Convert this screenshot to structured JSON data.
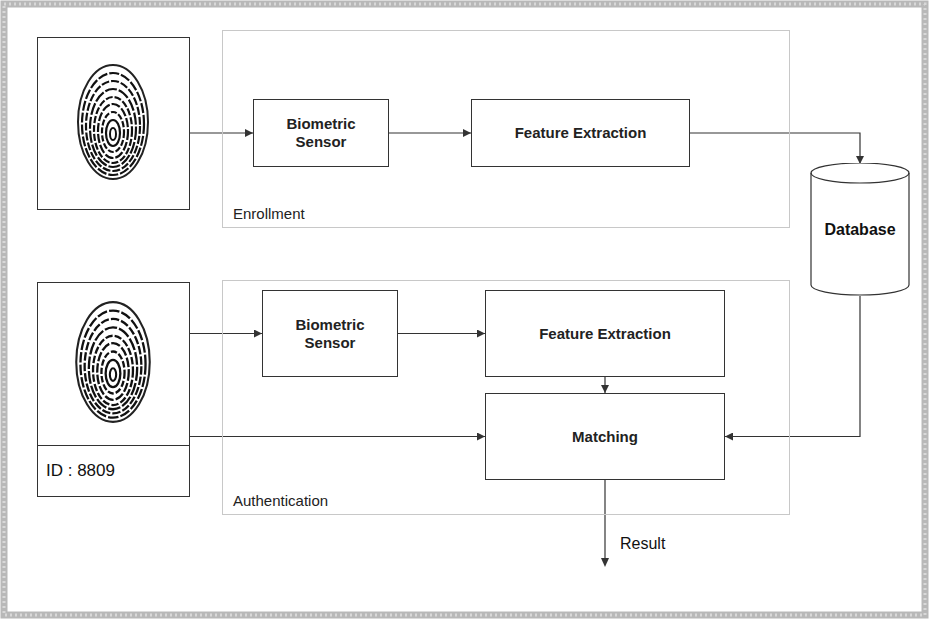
{
  "diagram": {
    "nodes": [
      {
        "text": []
      },
      {
        "text": [
          "Enrollment"
        ]
      },
      {
        "text": [
          "Biometric Sensor"
        ],
        "in": 1
      },
      {
        "text": [
          "Feature Extraction"
        ],
        "in": 1
      },
      {
        "text": [
          "Database"
        ]
      },
      {
        "text": []
      },
      {
        "text": [
          "ID : 8809"
        ],
        "in": 5
      },
      {
        "text": [
          "Authentication"
        ]
      },
      {
        "text": [
          "Biometric Sensor"
        ],
        "in": 7
      },
      {
        "text": [
          "Feature Extraction"
        ],
        "in": 7
      },
      {
        "text": [
          "Matching"
        ],
        "in": 7
      }
    ],
    "edges": [
      {
        "from": 0,
        "to": 2,
        "arrow": "to"
      },
      {
        "from": 2,
        "to": 3,
        "arrow": "to"
      },
      {
        "from": 3,
        "to": 4,
        "arrow": "to"
      },
      {
        "from": 5,
        "to": 8,
        "arrow": "to"
      },
      {
        "from": 8,
        "to": 9,
        "arrow": "to"
      },
      {
        "from": 9,
        "to": 10,
        "arrow": "to"
      },
      {
        "from": 4,
        "to": 10,
        "arrow": "to"
      },
      {
        "from": 6,
        "to": 10,
        "arrow": "to"
      }
    ],
    "labels": [
      "Result"
    ]
  }
}
